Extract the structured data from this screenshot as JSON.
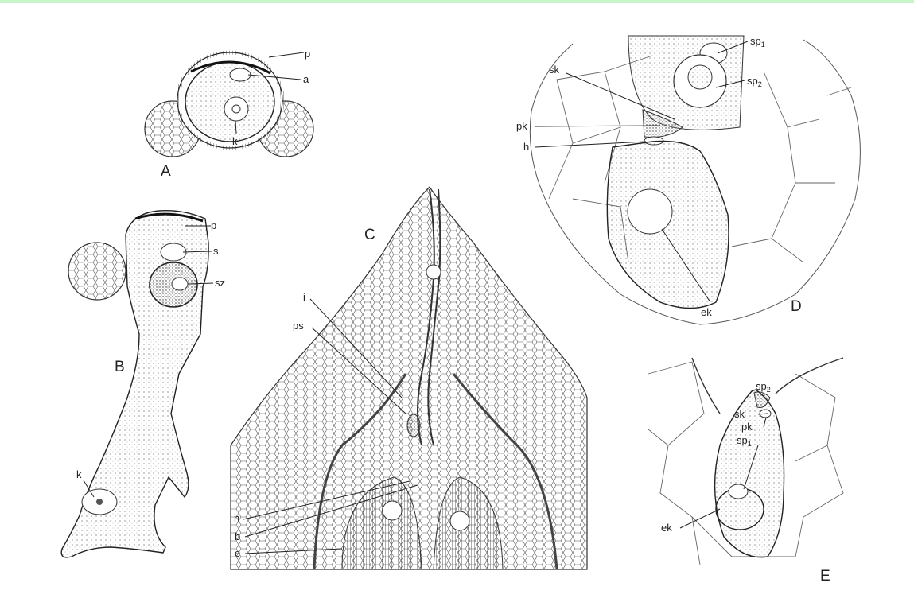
{
  "panels": {
    "A": {
      "title": "A",
      "labels": [
        "p",
        "a",
        "k"
      ]
    },
    "B": {
      "title": "B",
      "labels": [
        "p",
        "s",
        "sz",
        "k"
      ]
    },
    "C": {
      "title": "C",
      "labels": [
        "i",
        "ps",
        "h",
        "b",
        "e"
      ]
    },
    "D": {
      "title": "D",
      "labels": [
        "sp",
        "sk",
        "sp",
        "pk",
        "h",
        "ek"
      ],
      "subscripts": [
        "1",
        "2"
      ]
    },
    "E": {
      "title": "E",
      "labels": [
        "sp",
        "sk",
        "pk",
        "sp",
        "ek"
      ],
      "subscripts": [
        "2",
        "1"
      ]
    }
  },
  "colors": {
    "ink": "#222222",
    "paper": "#ffffff",
    "accent_bar": "#c9f3c9"
  }
}
